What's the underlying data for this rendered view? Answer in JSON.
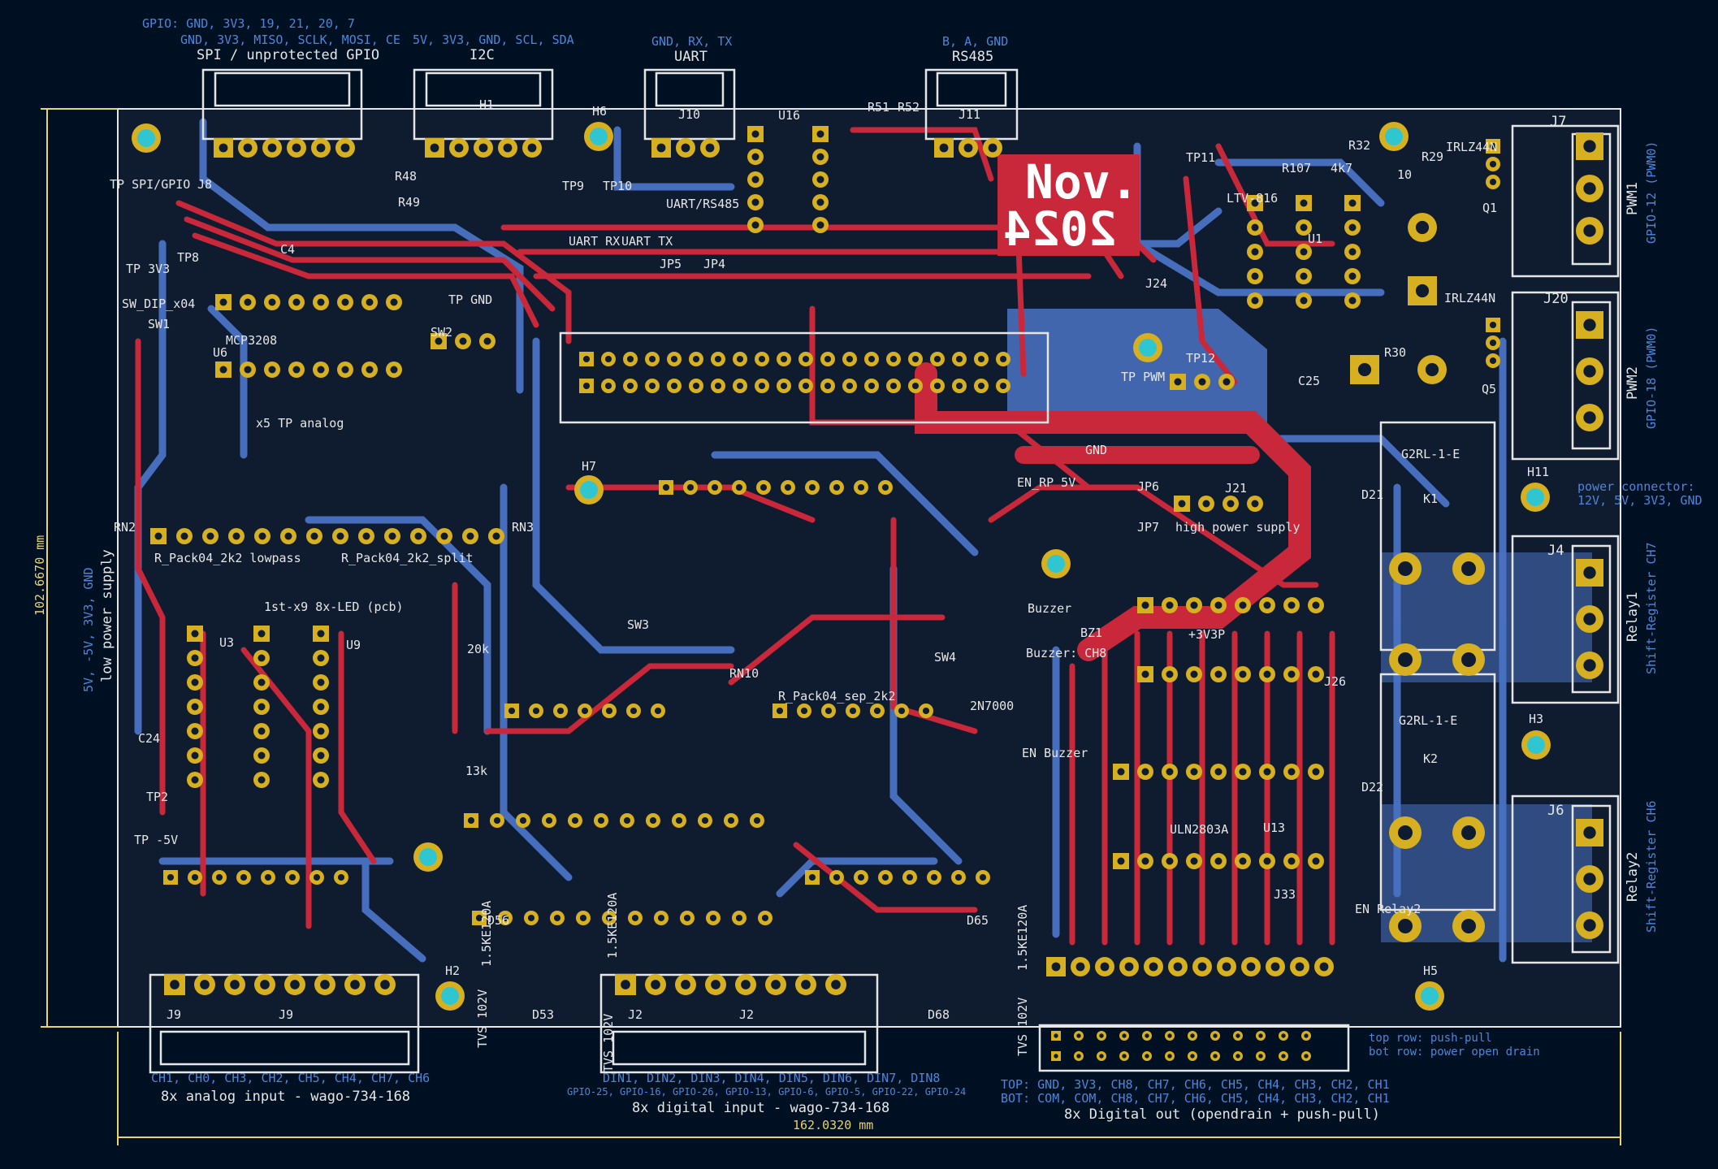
{
  "colors": {
    "background": "#001023",
    "board": "#0f1b2e",
    "copper_top": "#c8283a",
    "copper_bottom": "#4a73c4",
    "pad": "#d6b020",
    "silkscreen": "#e6e6e6",
    "fab_text": "#4d86d9",
    "dimension": "#e8d46a",
    "mount_hole": "#30c6d1"
  },
  "date_stamp": {
    "line1": "Nov.",
    "line2": "2024"
  },
  "dimensions": {
    "width": "162.0320 mm",
    "height": "102.6670 mm"
  },
  "connectors": {
    "spi": {
      "pins_top": "GPIO: GND, 3V3, 19,   21,  20,  7",
      "pins_bottom": "GND, 3V3, MISO, SCLK, MOSI, CE",
      "name": "SPI / unprotected GPIO"
    },
    "i2c": {
      "pins": "5V, 3V3, GND, SCL, SDA",
      "name": "I2C"
    },
    "uart": {
      "pins": "GND, RX, TX",
      "name": "UART"
    },
    "rs485": {
      "pins": "B, A, GND",
      "name": "RS485"
    },
    "power": {
      "title": "power connector:",
      "pins": "12V, 5V, 3V3, GND"
    },
    "low_power": {
      "pins": "5V, -5V, 3V3, GND",
      "name": "low power supply"
    },
    "analog_in": {
      "pins": "CH1, CH0, CH3, CH2, CH5, CH4, CH7, CH6",
      "name": "8x analog input - wago-734-168",
      "ref": "J9"
    },
    "digital_in": {
      "pins": "DIN1, DIN2, DIN3, DIN4, DIN5, DIN6, DIN7, DIN8",
      "gpio": "GPIO-25, GPIO-16, GPIO-26, GPIO-13, GPIO-6, GPIO-5, GPIO-22, GPIO-24",
      "name": "8x digital input - wago-734-168",
      "ref": "J2"
    },
    "digital_out": {
      "top": "TOP: GND, 3V3,  CH8, CH7, CH6, CH5, CH4, CH3, CH2, CH1",
      "bottom": "BOT: COM, COM, CH8, CH7, CH6, CH5, CH4, CH3, CH2, CH1",
      "name": "8x Digital out (opendrain + push-pull)",
      "row_top": "top row: push-pull",
      "row_bottom": "bot row: power open drain"
    },
    "pwm1": {
      "name": "PWM1",
      "gpio": "GPIO-12 (PWM0)",
      "ref": "J7"
    },
    "pwm2": {
      "name": "PWM2",
      "gpio": "GPIO-18 (PWM0)",
      "ref": "J20"
    },
    "relay1": {
      "name": "Relay1",
      "sub": "Shift-Register CH7",
      "ref": "J4"
    },
    "relay2": {
      "name": "Relay2",
      "sub": "Shift-Register CH6",
      "ref": "J6"
    }
  },
  "refs": {
    "h1": "H1",
    "h2": "H2",
    "h3": "H3",
    "h5": "H5",
    "h6": "H6",
    "h7": "H7",
    "h11": "H11",
    "sw1": "SW1",
    "sw2": "SW2",
    "sw3": "SW3",
    "sw4": "SW4",
    "u1": "U1",
    "u3": "U3",
    "u6": "U6",
    "u9": "U9",
    "u13": "U13",
    "u16": "U16",
    "q1": "Q1",
    "q5": "Q5",
    "k1": "K1",
    "k2": "K2",
    "j8": "J8",
    "j10": "J10",
    "j11": "J11",
    "j21": "J21",
    "j24": "J24",
    "j26": "J26",
    "j33": "J33",
    "bz1": "BZ1",
    "r29": "R29",
    "r30": "R30",
    "r32": "R32",
    "r107": "R107",
    "r48": "R48",
    "r49": "R49",
    "r51": "R51",
    "r52": "R52",
    "tp8": "TP8",
    "tp9": "TP9",
    "tp10": "TP10",
    "tp11": "TP11",
    "tp12": "TP12",
    "tp2": "TP2",
    "d21": "D21",
    "d22": "D22",
    "d53": "D53",
    "d56": "D56",
    "d65": "D65",
    "d68": "D68",
    "c4": "C4",
    "c24": "C24",
    "c25": "C25",
    "rn2": "RN2",
    "rn3": "RN3",
    "rn10": "RN10",
    "irlz1": "IRLZ44N",
    "irlz2": "IRLZ44N",
    "g2rl1": "G2RL-1-E",
    "g2rl2": "G2RL-1-E",
    "mcp": "MCP3208",
    "uln": "ULN2803A",
    "ltv": "LTV-816",
    "buzzer": "Buzzer",
    "buzzer_ch": "Buzzer: CH8",
    "tp_spi": "TP SPI/GPIO",
    "tp_3v3": "TP 3V3",
    "tp_gnd": "TP GND",
    "tp_m5v": "TP -5V",
    "tp_pwm": "TP PWM",
    "sw_dip": "SW_DIP_x04",
    "x5tp": "x5 TP analog",
    "rpack_low": "R_Pack04_2k2 lowpass",
    "rpack_split": "R_Pack04_2k2_split",
    "rpack_sep": "R_Pack04_sep_2k2",
    "led_pcb": "1st-x9 8x-LED (pcb)",
    "en_rp5v": "EN_RP 5V",
    "jp6": "JP6",
    "jp7": "JP7",
    "high_power": "high power supply",
    "uart_tx": "UART TX",
    "uart_rx": "UART RX",
    "uart_rs485": "UART/RS485",
    "jp4": "JP4",
    "jp5": "JP5",
    "en_relay2": "EN Relay2",
    "en_buzzer": "EN Buzzer",
    "tvs1": "TVS 102V",
    "tvs2": "1.5KE120A",
    "twoN7000": "2N7000",
    "val_10": "10",
    "val_4k7": "4k7",
    "val_20k": "20k",
    "val_13k": "13k",
    "gnd_label": "GND",
    "3v3p": "+3V3P"
  }
}
